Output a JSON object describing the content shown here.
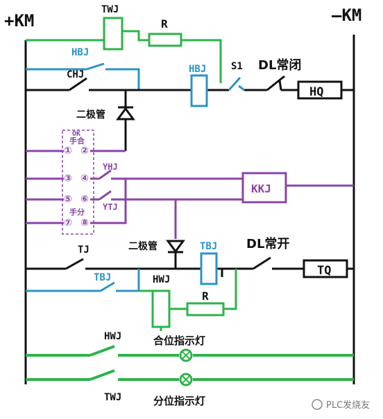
{
  "colors": {
    "wire": "#111111",
    "green": "#2db34a",
    "blue": "#2a93c8",
    "purple": "#8a44a6"
  },
  "labels": {
    "plus_km": "+KM",
    "minus_km": "—KM",
    "twj_top": "TWJ",
    "r_top": "R",
    "hbj_left": "HBJ",
    "chj": "CHJ",
    "hbj_coil": "HBJ",
    "s1": "S1",
    "dl_closed": "DL常闭",
    "hq": "HQ",
    "diode_top": "二极管",
    "ok_title": "OK",
    "hand_close": "手合",
    "hand_open": "手分",
    "t1": "①",
    "t2": "②",
    "t3": "③",
    "t4": "④",
    "t5": "⑤",
    "t6": "⑥",
    "t7": "⑦",
    "t8": "⑧",
    "yhj": "YHJ",
    "ytj": "YTJ",
    "kkj": "KKJ",
    "diode_bottom": "二极管",
    "tj": "TJ",
    "tbj_coil": "TBJ",
    "dl_open": "DL常开",
    "tq": "TQ",
    "tbj_contact": "TBJ",
    "hwj_coil": "HWJ",
    "r_bottom": "R",
    "hwj_contact": "HWJ",
    "close_lamp": "合位指示灯",
    "twj_bottom": "TWJ",
    "open_lamp": "分位指示灯",
    "watermark": "PLC发烧友"
  }
}
